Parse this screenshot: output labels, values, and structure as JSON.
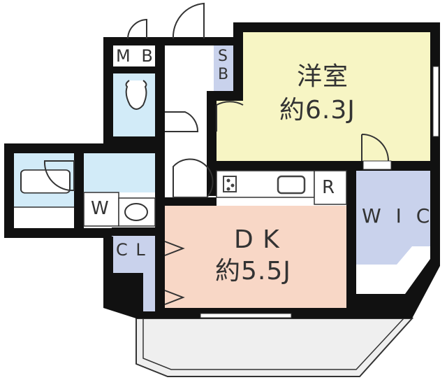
{
  "floor_plan": {
    "rooms": {
      "western_room": {
        "name": "洋室",
        "area": "約6.3J",
        "color": "#f7f5c4"
      },
      "dining_kitchen": {
        "name": "D K",
        "area": "約5.5J",
        "color": "#f8d7c6"
      },
      "walk_in_closet": {
        "name": "W I C",
        "color": "#c9d2ec"
      },
      "meter_box": {
        "name": "M B"
      },
      "shoe_box": {
        "name": "S B",
        "color": "#c9d2ec"
      },
      "closet": {
        "name": "C L",
        "color": "#c9d2ec"
      },
      "washer": {
        "name": "W"
      },
      "refrigerator": {
        "name": "R"
      },
      "toilet": {
        "color": "#d2ebf8"
      },
      "bathroom": {
        "color": "#d2ebf8"
      },
      "washroom": {
        "color": "#d2ebf8"
      },
      "balcony": {
        "color": "#efefef"
      }
    },
    "colors": {
      "wall": "#111111",
      "hallway": "#ffffff",
      "line": "#333333"
    }
  }
}
